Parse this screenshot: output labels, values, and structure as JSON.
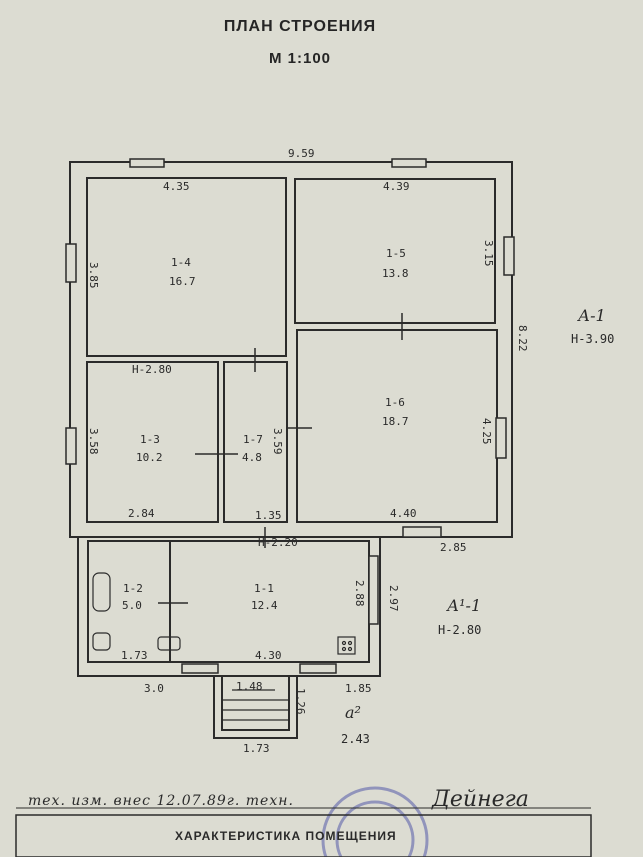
{
  "title": "ПЛАН СТРОЕНИЯ",
  "scale": "М 1:100",
  "outer_dims": {
    "width": "9.59",
    "height": "8.22"
  },
  "rooms": [
    {
      "id": "1-4",
      "area": "16.7",
      "w": "4.35",
      "h": "3.85"
    },
    {
      "id": "1-5",
      "area": "13.8",
      "w": "4.39",
      "h": "3.15"
    },
    {
      "id": "1-6",
      "area": "18.7",
      "w": "4.40",
      "h": "4.25"
    },
    {
      "id": "1-3",
      "area": "10.2",
      "w": "2.84",
      "h": "3.58"
    },
    {
      "id": "1-7",
      "area": "4.8",
      "w": "1.35",
      "h": "3.59"
    },
    {
      "id": "1-2",
      "area": "5.0",
      "w": "1.73"
    },
    {
      "id": "1-1",
      "area": "12.4",
      "w": "4.30",
      "h": "2.88"
    }
  ],
  "heights": {
    "upper_left": "Н-2.80",
    "corridor": "Н-2.20"
  },
  "extra_dims": {
    "ext_width": "2.85",
    "ext_side": "2.97",
    "ext_left": "3.0",
    "ext_right": "1.85",
    "porch_inner": "1.48",
    "porch_depth": "1.26",
    "porch_width": "1.73"
  },
  "labels": {
    "a1_top": "А-1",
    "a1_top_h": "Н-3.90",
    "a1_ext": "А¹-1",
    "a1_ext_h": "Н-2.80",
    "porch_lbl": "а²",
    "porch_val": "2.43"
  },
  "footer": {
    "note": "тех. изм. внес 12.07.89г. техн.",
    "signature": "Дейнега",
    "table_title": "ХАРАКТЕРИСТИКА ПОМЕЩЕНИЯ"
  }
}
